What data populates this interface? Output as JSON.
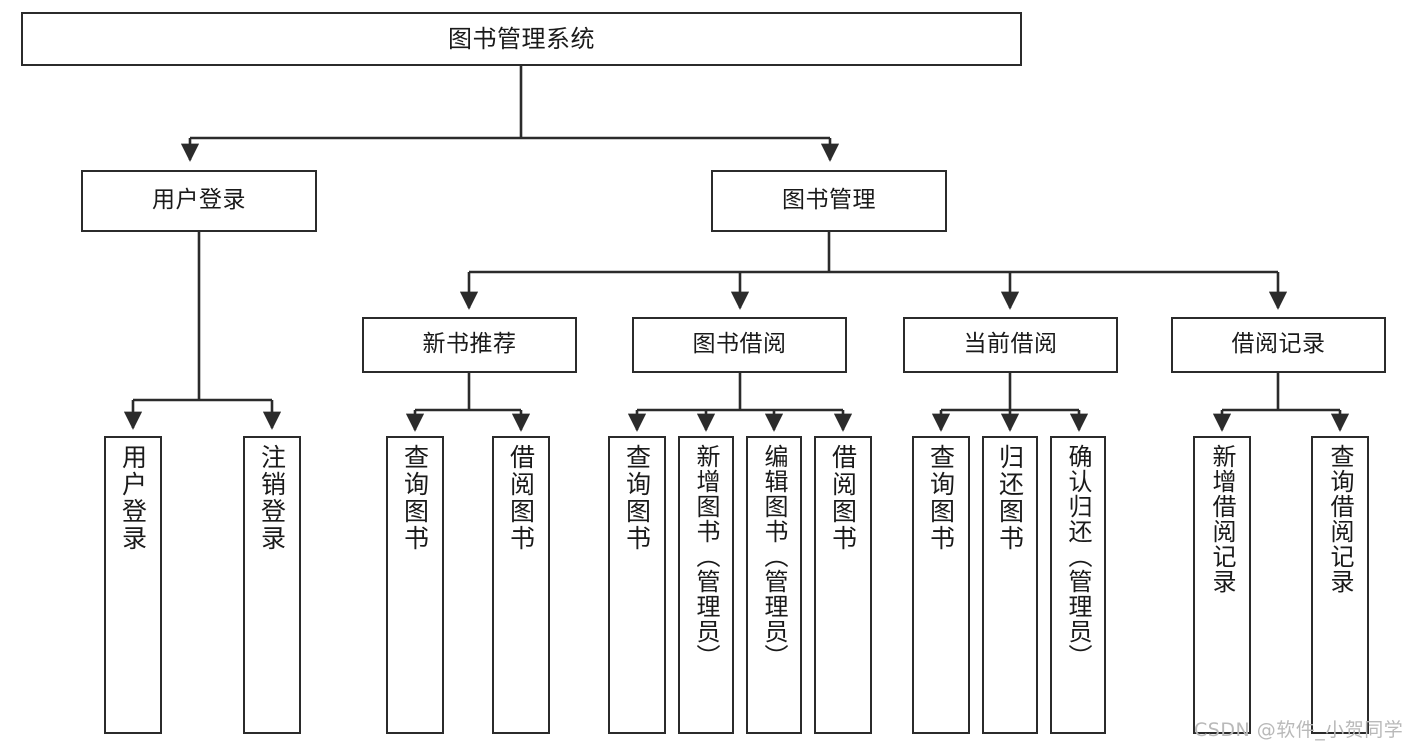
{
  "diagram": {
    "type": "tree-hierarchy-chart",
    "title": "图书管理系统",
    "orientation": "top-down",
    "colors": {
      "box_border": "#2b2b2b",
      "box_fill": "#ffffff",
      "edge": "#2b2b2b",
      "text": "#1a1a1a",
      "watermark": "#b9b9b9",
      "background": "#ffffff"
    }
  },
  "root": {
    "label": "图书管理系统"
  },
  "level2": [
    {
      "label": "用户登录"
    },
    {
      "label": "图书管理"
    }
  ],
  "level3": [
    {
      "label": "新书推荐"
    },
    {
      "label": "图书借阅"
    },
    {
      "label": "当前借阅"
    },
    {
      "label": "借阅记录"
    }
  ],
  "leaves": {
    "user_login": [
      {
        "label": "用户登录"
      },
      {
        "label": "注销登录"
      }
    ],
    "new_book_recommend": [
      {
        "label": "查询图书"
      },
      {
        "label": "借阅图书"
      }
    ],
    "book_borrow": [
      {
        "label": "查询图书"
      },
      {
        "label": "新增图书（管理员）"
      },
      {
        "label": "编辑图书（管理员）"
      },
      {
        "label": "借阅图书"
      }
    ],
    "current_borrow": [
      {
        "label": "查询图书"
      },
      {
        "label": "归还图书"
      },
      {
        "label": "确认归还（管理员）"
      }
    ],
    "borrow_record": [
      {
        "label": "新增借阅记录"
      },
      {
        "label": "查询借阅记录"
      }
    ]
  },
  "watermark": {
    "text": "CSDN @软件_小贺同学"
  }
}
